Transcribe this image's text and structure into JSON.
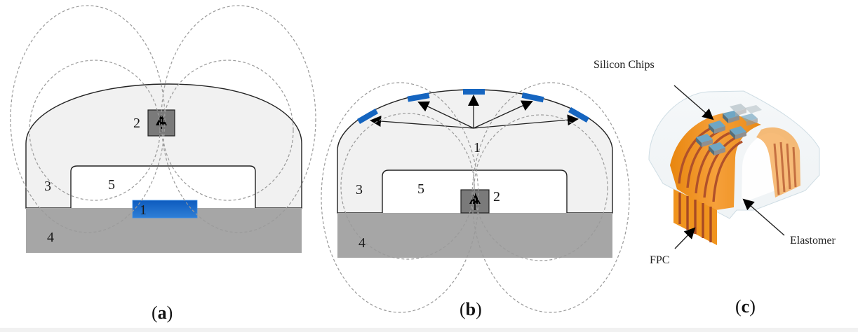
{
  "figure": {
    "panels": [
      {
        "id": "a",
        "caption_letter": "a",
        "part_labels": {
          "sensor": "1",
          "magnet": "2",
          "elastomer": "3",
          "substrate": "4",
          "cavity": "5"
        }
      },
      {
        "id": "b",
        "caption_letter": "b",
        "part_labels": {
          "sensor": "1",
          "magnet": "2",
          "elastomer": "3",
          "substrate": "4",
          "cavity": "5"
        },
        "sensor_count": 5
      },
      {
        "id": "c",
        "caption_letter": "c",
        "callouts": {
          "chips": "Silicon Chips",
          "fpc": "FPC",
          "elastomer": "Elastomer"
        }
      }
    ],
    "colors": {
      "sensor_blue": "#1565c0",
      "magnet_gray": "#7a7a7a",
      "substrate_gray": "#a6a6a6",
      "elastomer_fill": "#f1f1f1",
      "field_line": "#9a9a9a",
      "fpc_orange": "#f0941e",
      "fpc_trace": "#b0512a",
      "chip_blue": "#5b8fab"
    }
  }
}
